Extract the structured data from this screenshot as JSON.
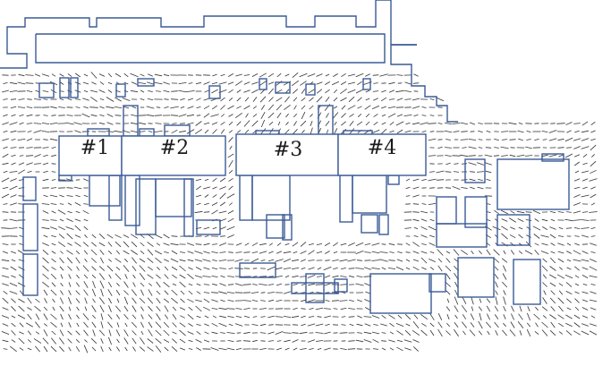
{
  "diagram": {
    "unit_labels": [
      "#1",
      "#2",
      "#3",
      "#4"
    ],
    "line_color": "#3a5a96",
    "vector_color": "#333333"
  }
}
